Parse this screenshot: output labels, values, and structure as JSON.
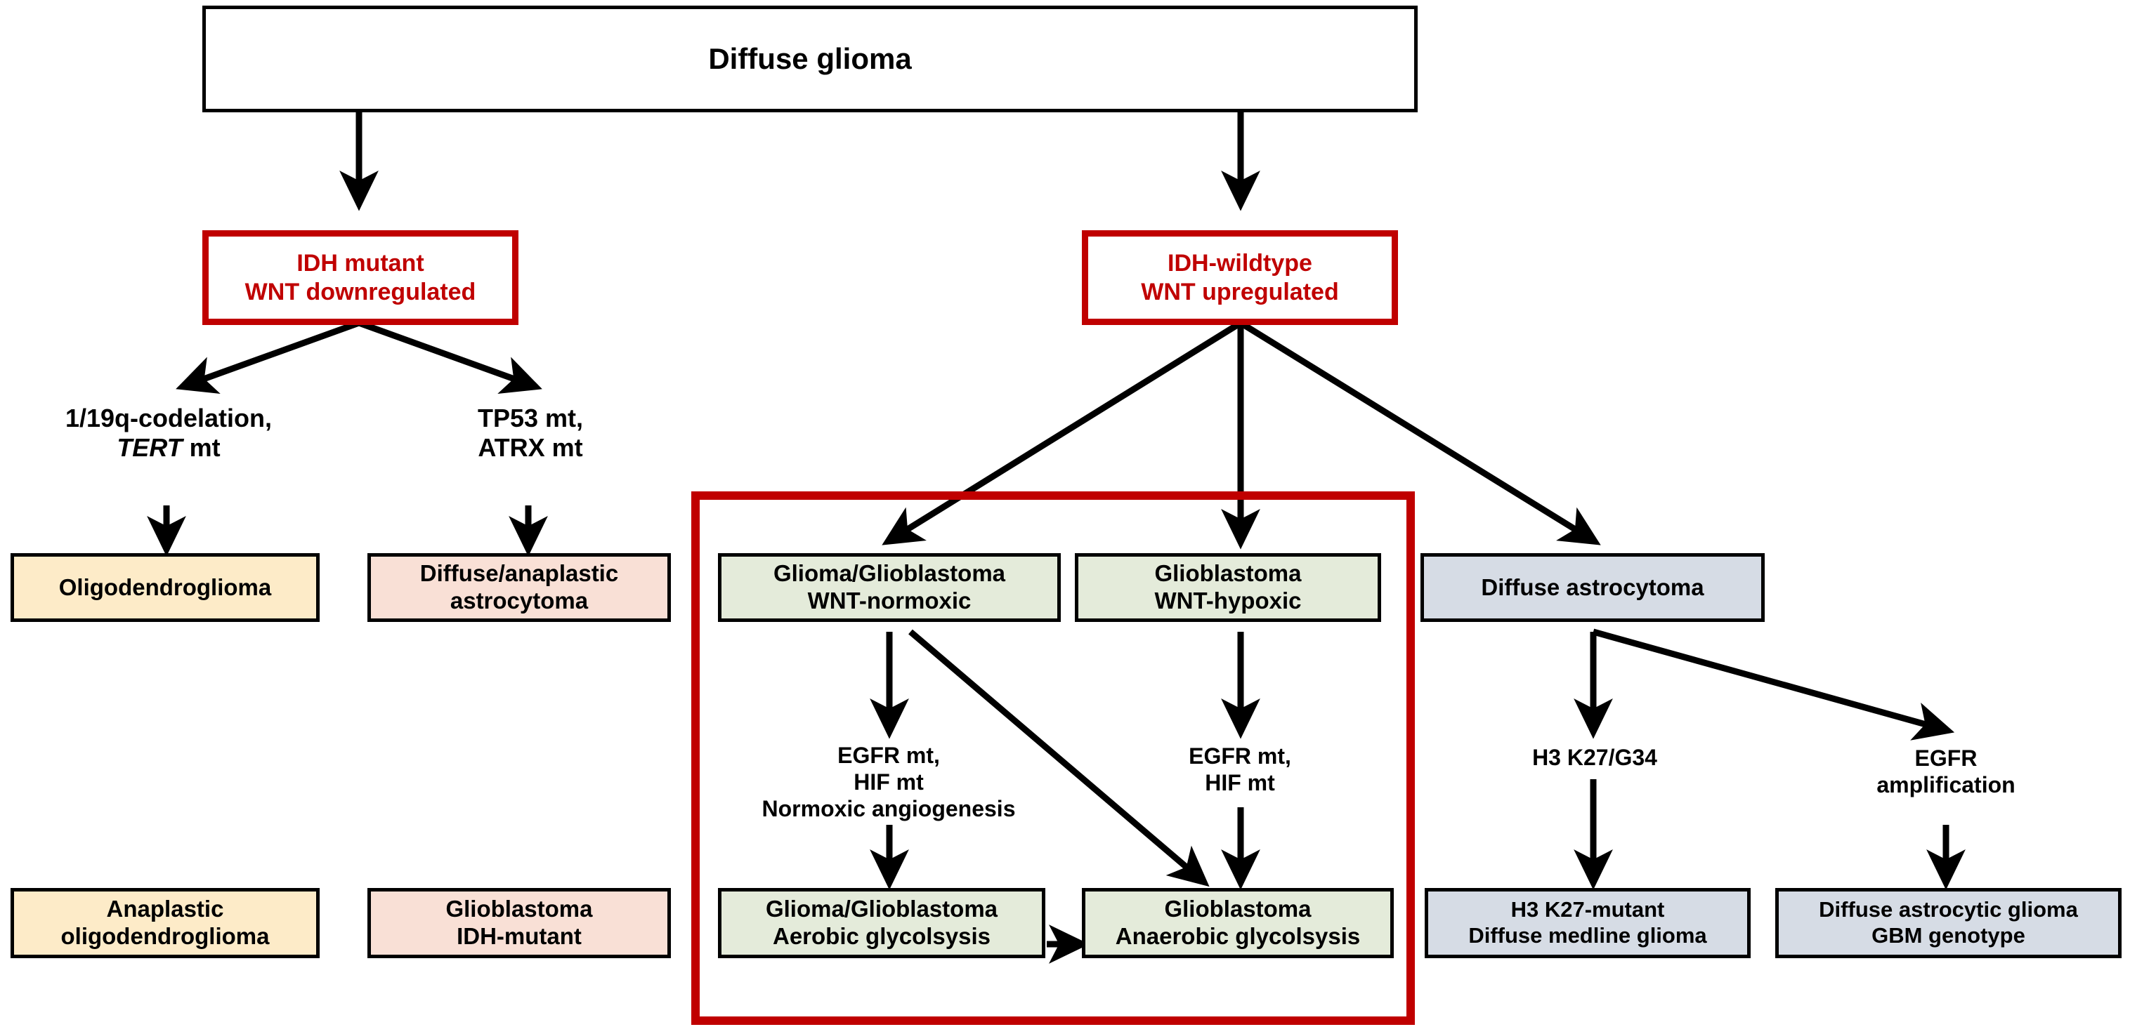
{
  "diagram": {
    "title": "Diffuse glioma molecular classification flowchart",
    "colors": {
      "red_accent": "#C00000",
      "yellow_fill": "#FDEBC8",
      "pink_fill": "#F9E0D6",
      "green_fill": "#E4EBDA",
      "blue_fill": "#D6DCE5",
      "stroke": "#000000"
    },
    "nodes": {
      "root": {
        "line1": "Diffuse glioma"
      },
      "idh_mutant": {
        "line1": "IDH mutant",
        "line2": "WNT downregulated"
      },
      "idh_wildtype": {
        "line1": "IDH-wildtype",
        "line2": "WNT upregulated"
      },
      "label_1p19q": {
        "line1": "1/19q-codelation,",
        "line2": "TERT",
        "line2_suffix": " mt"
      },
      "label_tp53": {
        "line1": "TP53 mt,",
        "line2": "ATRX mt"
      },
      "oligodendroglioma": {
        "line1": "Oligodendroglioma"
      },
      "diffuse_anaplastic_astrocytoma": {
        "line1": "Diffuse/anaplastic",
        "line2": "astrocytoma"
      },
      "glioma_wnt_normoxic": {
        "line1": "Glioma/Glioblastoma",
        "line2": "WNT-normoxic"
      },
      "glioblastoma_wnt_hypoxic": {
        "line1": "Glioblastoma",
        "line2": "WNT-hypoxic"
      },
      "diffuse_astrocytoma": {
        "line1": "Diffuse astrocytoma"
      },
      "label_egfr_hif_normoxic": {
        "line1": "EGFR mt,",
        "line2": "HIF mt",
        "line3": "Normoxic angiogenesis"
      },
      "label_egfr_hif_hypoxic": {
        "line1": "EGFR mt,",
        "line2": "HIF mt"
      },
      "label_h3": {
        "line1": "H3 K27/G34"
      },
      "label_egfr_amp": {
        "line1": "EGFR",
        "line2": "amplification"
      },
      "anaplastic_oligodendroglioma": {
        "line1": "Anaplastic",
        "line2": "oligodendroglioma"
      },
      "glioblastoma_idh_mutant": {
        "line1": "Glioblastoma",
        "line2": "IDH-mutant"
      },
      "glioma_aerobic": {
        "line1": "Glioma/Glioblastoma",
        "line2": "Aerobic glycolsysis"
      },
      "glioblastoma_anaerobic": {
        "line1": "Glioblastoma",
        "line2": "Anaerobic glycolsysis"
      },
      "h3k27_mutant": {
        "line1": "H3 K27-mutant",
        "line2": "Diffuse medline glioma"
      },
      "diffuse_astrocytic_gbm": {
        "line1": "Diffuse astrocytic glioma",
        "line2": "GBM genotype"
      }
    }
  }
}
